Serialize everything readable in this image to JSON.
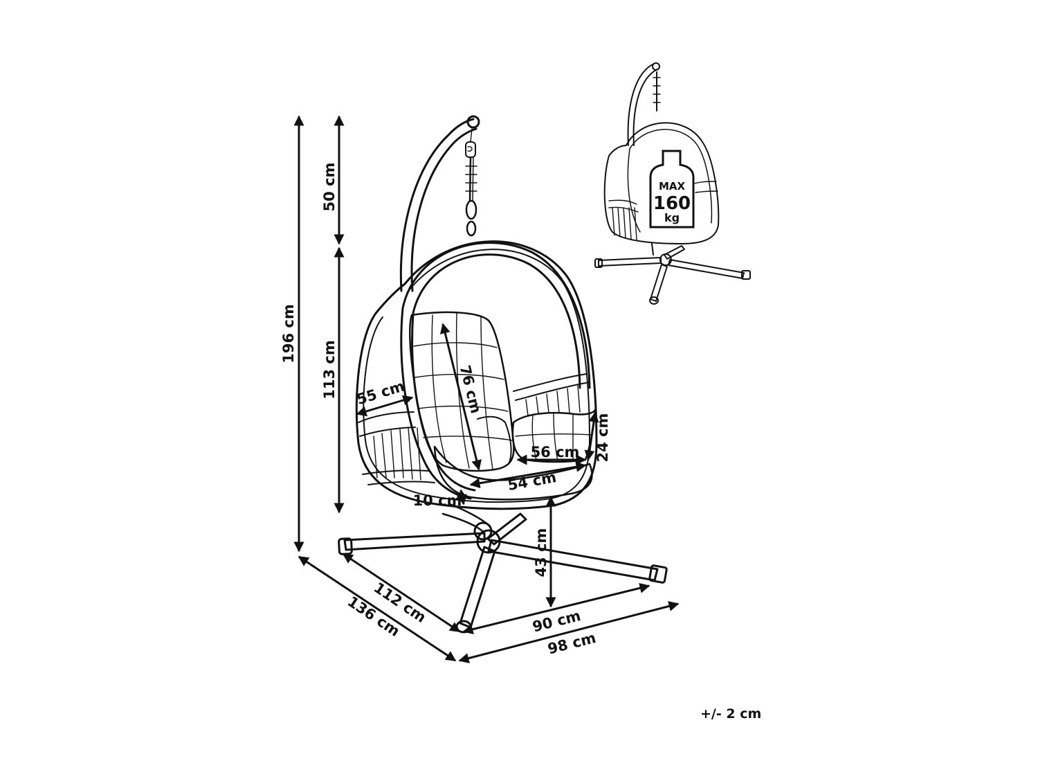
{
  "dimensions": {
    "total_height": "196 cm",
    "top_section": "50 cm",
    "chair_section": "113 cm",
    "shell_depth": "55 cm",
    "backrest": "76 cm",
    "cushion_height": "24 cm",
    "cushion_width": "56 cm",
    "seat_width": "54 cm",
    "cushion_thickness": "10 cm",
    "seat_height": "43 cm",
    "base_depth_inner": "112 cm",
    "base_depth_outer": "136 cm",
    "base_width_inner": "90 cm",
    "base_width_outer": "98 cm"
  },
  "load": {
    "max_label": "MAX",
    "value": "160",
    "unit": "kg"
  },
  "tolerance": "+/- 2 cm"
}
